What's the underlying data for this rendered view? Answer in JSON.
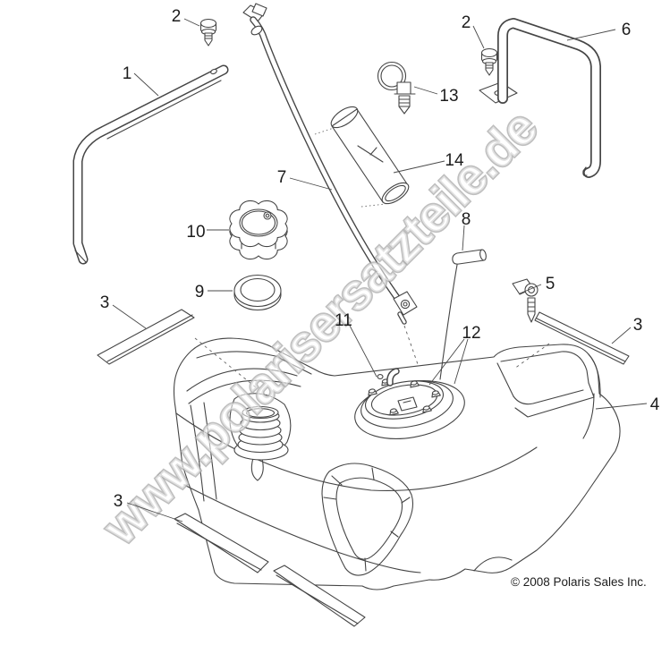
{
  "diagram": {
    "watermark": "www.polarisersatzteile.de",
    "copyright": "© 2008 Polaris Sales Inc.",
    "colors": {
      "background": "#ffffff",
      "line_art": "#454545",
      "callout_text": "#1c1c1c",
      "watermark_outline": "#a9a9a9"
    },
    "callouts": [
      {
        "label": "1"
      },
      {
        "label": "2"
      },
      {
        "label": "2"
      },
      {
        "label": "3"
      },
      {
        "label": "3"
      },
      {
        "label": "3"
      },
      {
        "label": "4"
      },
      {
        "label": "5"
      },
      {
        "label": "6"
      },
      {
        "label": "7"
      },
      {
        "label": "8"
      },
      {
        "label": "9"
      },
      {
        "label": "10"
      },
      {
        "label": "11"
      },
      {
        "label": "12"
      },
      {
        "label": "13"
      },
      {
        "label": "14"
      }
    ]
  }
}
